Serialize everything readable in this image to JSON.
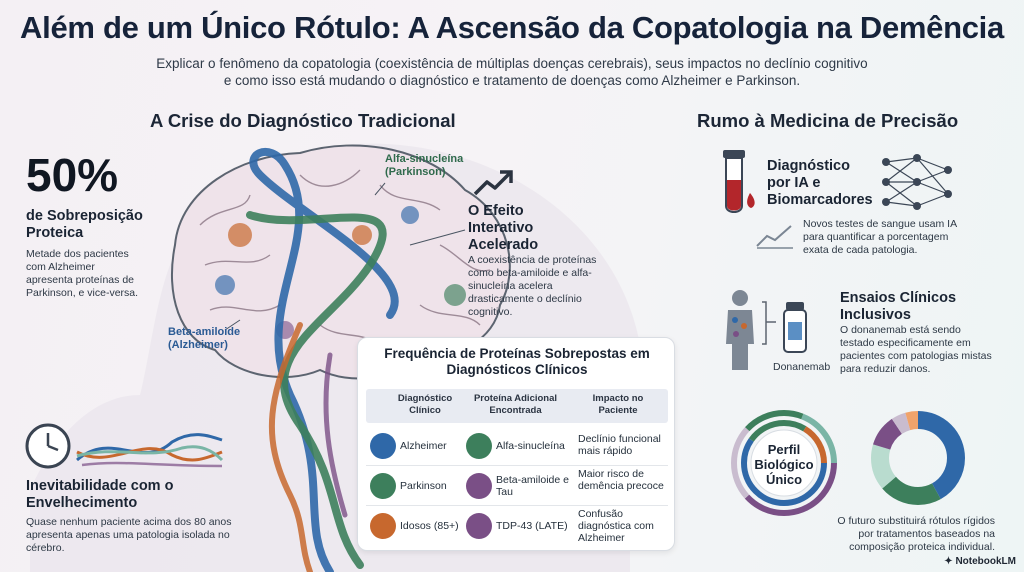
{
  "title": "Além de um Único Rótulo: A Ascensão da Copatologia na Demência",
  "subtitle_line1": "Explicar o fenômeno da copatologia (coexistência de múltiplas doenças cerebrais), seus impactos no declínio cognitivo",
  "subtitle_line2": "e como isso está mudando o diagnóstico e tratamento de doenças como Alzheimer e Parkinson.",
  "left": {
    "heading": "A Crise do Diagnóstico Tradicional",
    "stat_value": "50%",
    "stat_title": "de Sobreposição Proteica",
    "stat_text": "Metade dos pacientes com Alzheimer apresenta proteínas de Parkinson, e vice-versa.",
    "aging_title": "Inevitabilidade com o Envelhecimento",
    "aging_text": "Quase nenhum paciente acima dos 80 anos apresenta apenas uma patologia isolada no cérebro."
  },
  "brain": {
    "label_alpha": "Alfa-sinucleína (Parkinson)",
    "label_beta": "Beta-amiloide (Alzheimer)",
    "effect_title": "O Efeito Interativo Acelerado",
    "effect_text": "A coexistência de proteínas como beta-amiloide e alfa-sinucleína acelera drasticamente o declínio cognitivo."
  },
  "table": {
    "title": "Frequência de Proteínas Sobrepostas em Diagnósticos Clínicos",
    "headers": [
      "Diagnóstico Clínico",
      "Proteína Adicional Encontrada",
      "Impacto no Paciente"
    ],
    "rows": [
      {
        "diagnosis": "Alzheimer",
        "protein": "Alfa-sinucleína",
        "impact": "Declínio funcional mais rápido"
      },
      {
        "diagnosis": "Parkinson",
        "protein": "Beta-amiloide e Tau",
        "impact": "Maior risco de demência precoce"
      },
      {
        "diagnosis": "Idosos (85+)",
        "protein": "TDP-43 (LATE)",
        "impact": "Confusão diagnóstica com Alzheimer"
      }
    ]
  },
  "right": {
    "heading": "Rumo à Medicina de Precisão",
    "ai_title": "Diagnóstico por IA e Biomarcadores",
    "ai_text": "Novos testes de sangue usam IA para quantificar a porcentagem exata de cada patologia.",
    "trials_title": "Ensaios Clínicos Inclusivos",
    "trials_text": "O donanemab está sendo testado especificamente em pacientes com patologias mistas para reduzir danos.",
    "drug_label": "Donanemab",
    "profile_label": "Perfil Biológico Único",
    "future_text": "O futuro substituirá rótulos rígidos por tratamentos baseados na composição proteica individual."
  },
  "brand": "NotebookLM",
  "colors": {
    "alzheimer": "#2f68a8",
    "parkinson": "#3d7f5c",
    "tau": "#7a4f86",
    "tdp43": "#c7682e",
    "accent_red": "#b3262b"
  }
}
